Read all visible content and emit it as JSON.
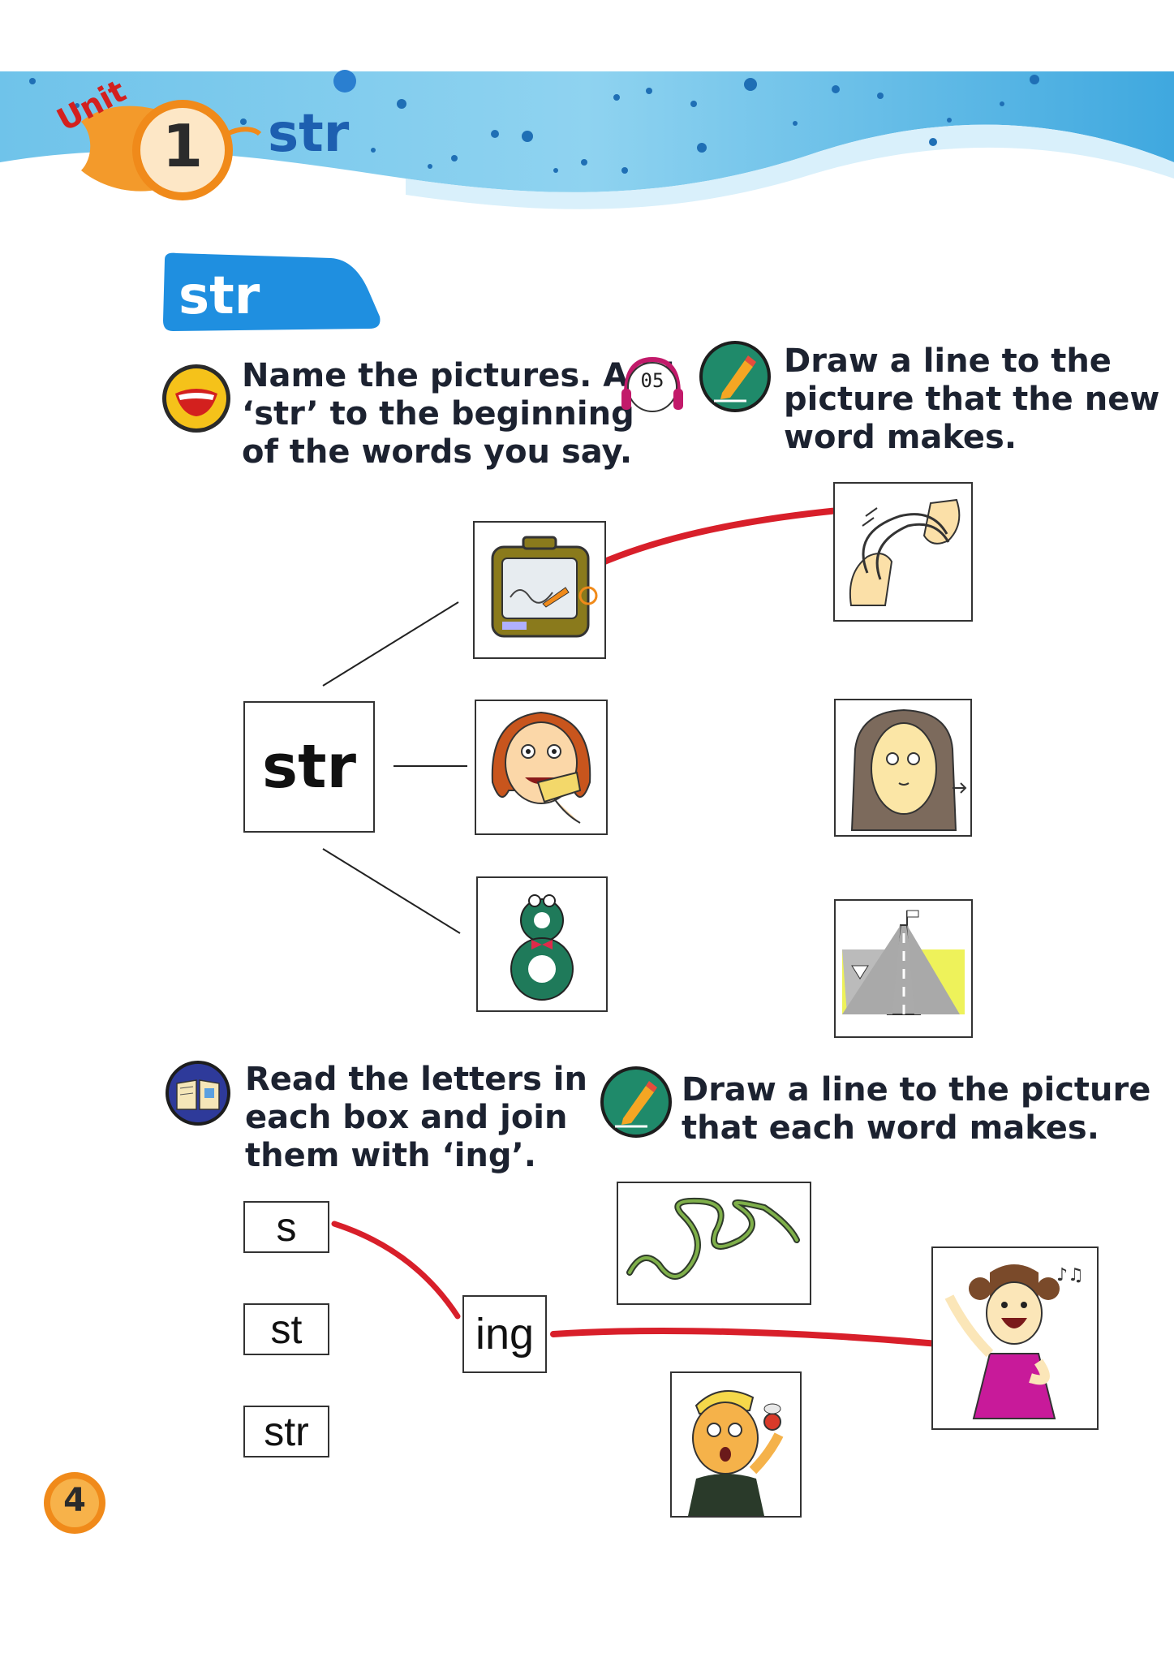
{
  "header": {
    "unit_label": "Unit",
    "unit_number": "1",
    "unit_title": "str"
  },
  "section_label": "str",
  "activity1": {
    "instruction_left": [
      "Name the pictures. Add",
      "‘str’ to the beginning",
      "of the words you say."
    ],
    "audio_track": "05",
    "instruction_right": [
      "Draw a line to the",
      "picture that the new",
      "word makes."
    ],
    "center_letters": "str",
    "left_pictures": [
      "easel-drawing-picture",
      "girl-eating-picture",
      "number-eight-picture"
    ],
    "right_pictures": [
      "stretch-band-picture",
      "straight-hair-picture",
      "straight-road-picture"
    ]
  },
  "activity2": {
    "instruction_left": [
      "Read the letters in",
      "each box and join",
      "them with ‘ing’."
    ],
    "instruction_right": [
      "Draw a line to the picture",
      "that each word makes."
    ],
    "letter_boxes": [
      "s",
      "st",
      "str"
    ],
    "suffix": "ing",
    "pictures": [
      "string-picture",
      "stung-boy-picture",
      "singing-girl-picture"
    ]
  },
  "page_number": "4",
  "colors": {
    "accent_blue": "#1f8fe0",
    "orange": "#f08a1a",
    "answer_red": "#d81f2a",
    "text": "#1c2230"
  }
}
